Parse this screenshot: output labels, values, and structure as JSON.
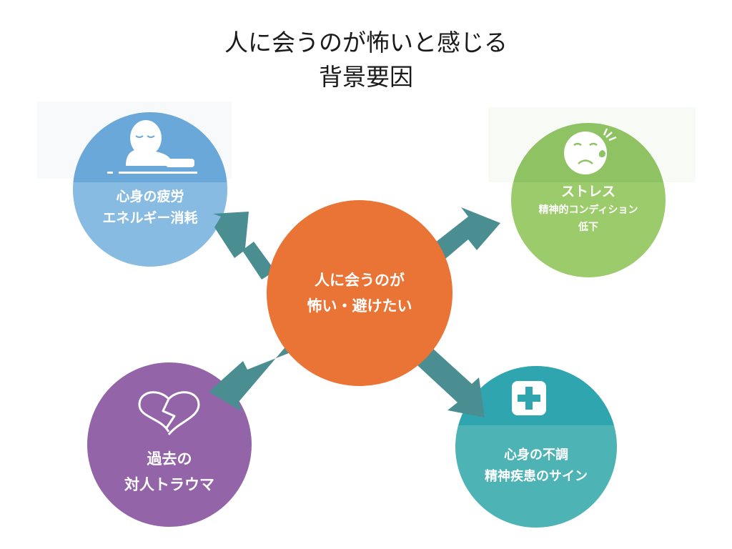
{
  "title": {
    "line1": "人に会うのが怖いと感じる",
    "line2": "背景要因"
  },
  "center": {
    "line1": "人に会うのが",
    "line2": "怖い・避けたい"
  },
  "nodes": {
    "fatigue": {
      "line1": "心身の疲労",
      "line2": "エネルギー消耗"
    },
    "stress": {
      "line1": "ストレス",
      "line2": "精神的コンディション",
      "line3": "低下"
    },
    "trauma": {
      "line1": "過去の",
      "line2": "対人トラウマ"
    },
    "illness": {
      "line1": "心身の不調",
      "line2": "精神疾患のサイン"
    }
  },
  "colors": {
    "center": "#EA7435",
    "fatigue_top": "#6AA8DA",
    "fatigue_bottom": "#87BBE1",
    "stress_top": "#8FC263",
    "stress_bottom": "#9CCB6C",
    "trauma": "#9364A7",
    "illness_top": "#2FA6AF",
    "illness_bottom": "#4DB3B5",
    "arrow": "#4A8E92"
  },
  "icons": {
    "fatigue": "person-resting-head-icon",
    "stress": "worried-face-icon",
    "trauma": "broken-heart-icon",
    "illness": "medical-cross-icon"
  }
}
